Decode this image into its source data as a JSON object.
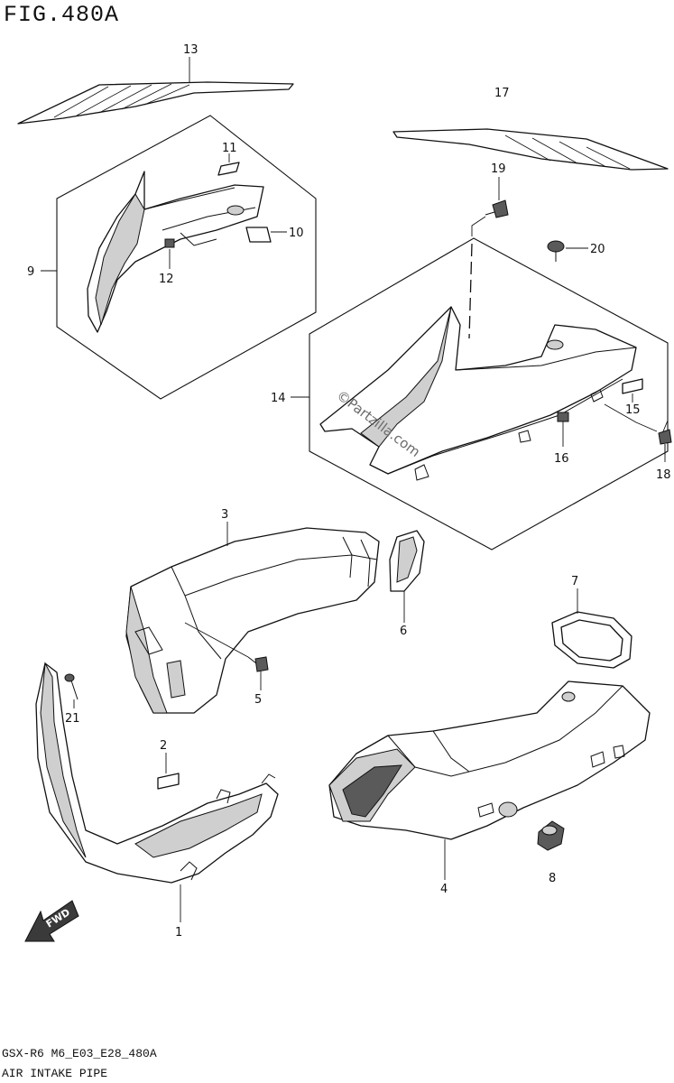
{
  "header": {
    "figure_title": "FIG.480A"
  },
  "footer": {
    "drawing_code": "GSX-R6 M6_E03_E28_480A",
    "section_name": "AIR INTAKE PIPE"
  },
  "watermark": "©Partzilla.com",
  "fwd_label": "FWD",
  "callouts": {
    "c1": "1",
    "c2": "2",
    "c3": "3",
    "c4": "4",
    "c5": "5",
    "c6": "6",
    "c7": "7",
    "c8": "8",
    "c9": "9",
    "c10": "10",
    "c11": "11",
    "c12": "12",
    "c13": "13",
    "c14": "14",
    "c15": "15",
    "c16": "16",
    "c17": "17",
    "c18": "18",
    "c19": "19",
    "c20": "20",
    "c21": "21"
  }
}
